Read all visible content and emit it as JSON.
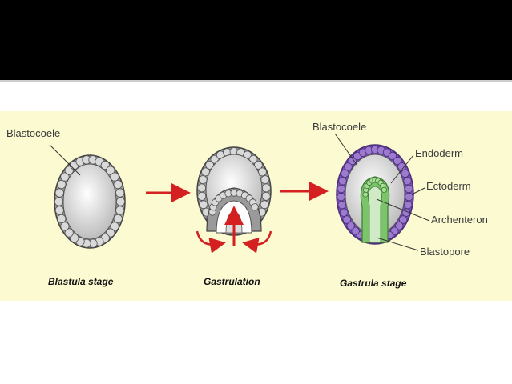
{
  "diagram": {
    "stages": [
      {
        "caption": "Blastula stage",
        "labels": [
          "Blastocoele"
        ]
      },
      {
        "caption": "Gastrulation",
        "labels": []
      },
      {
        "caption": "Gastrula stage",
        "labels": [
          "Blastocoele",
          "Endoderm",
          "Ectoderm",
          "Archenteron",
          "Blastopore"
        ]
      }
    ],
    "colors": {
      "background": "#fbfad0",
      "cell_outline": "#555555",
      "cell_fill": "#d9d9d9",
      "ectoderm": "#7a4fb5",
      "endoderm": "#7bc46a",
      "arrow": "#d42020"
    }
  }
}
